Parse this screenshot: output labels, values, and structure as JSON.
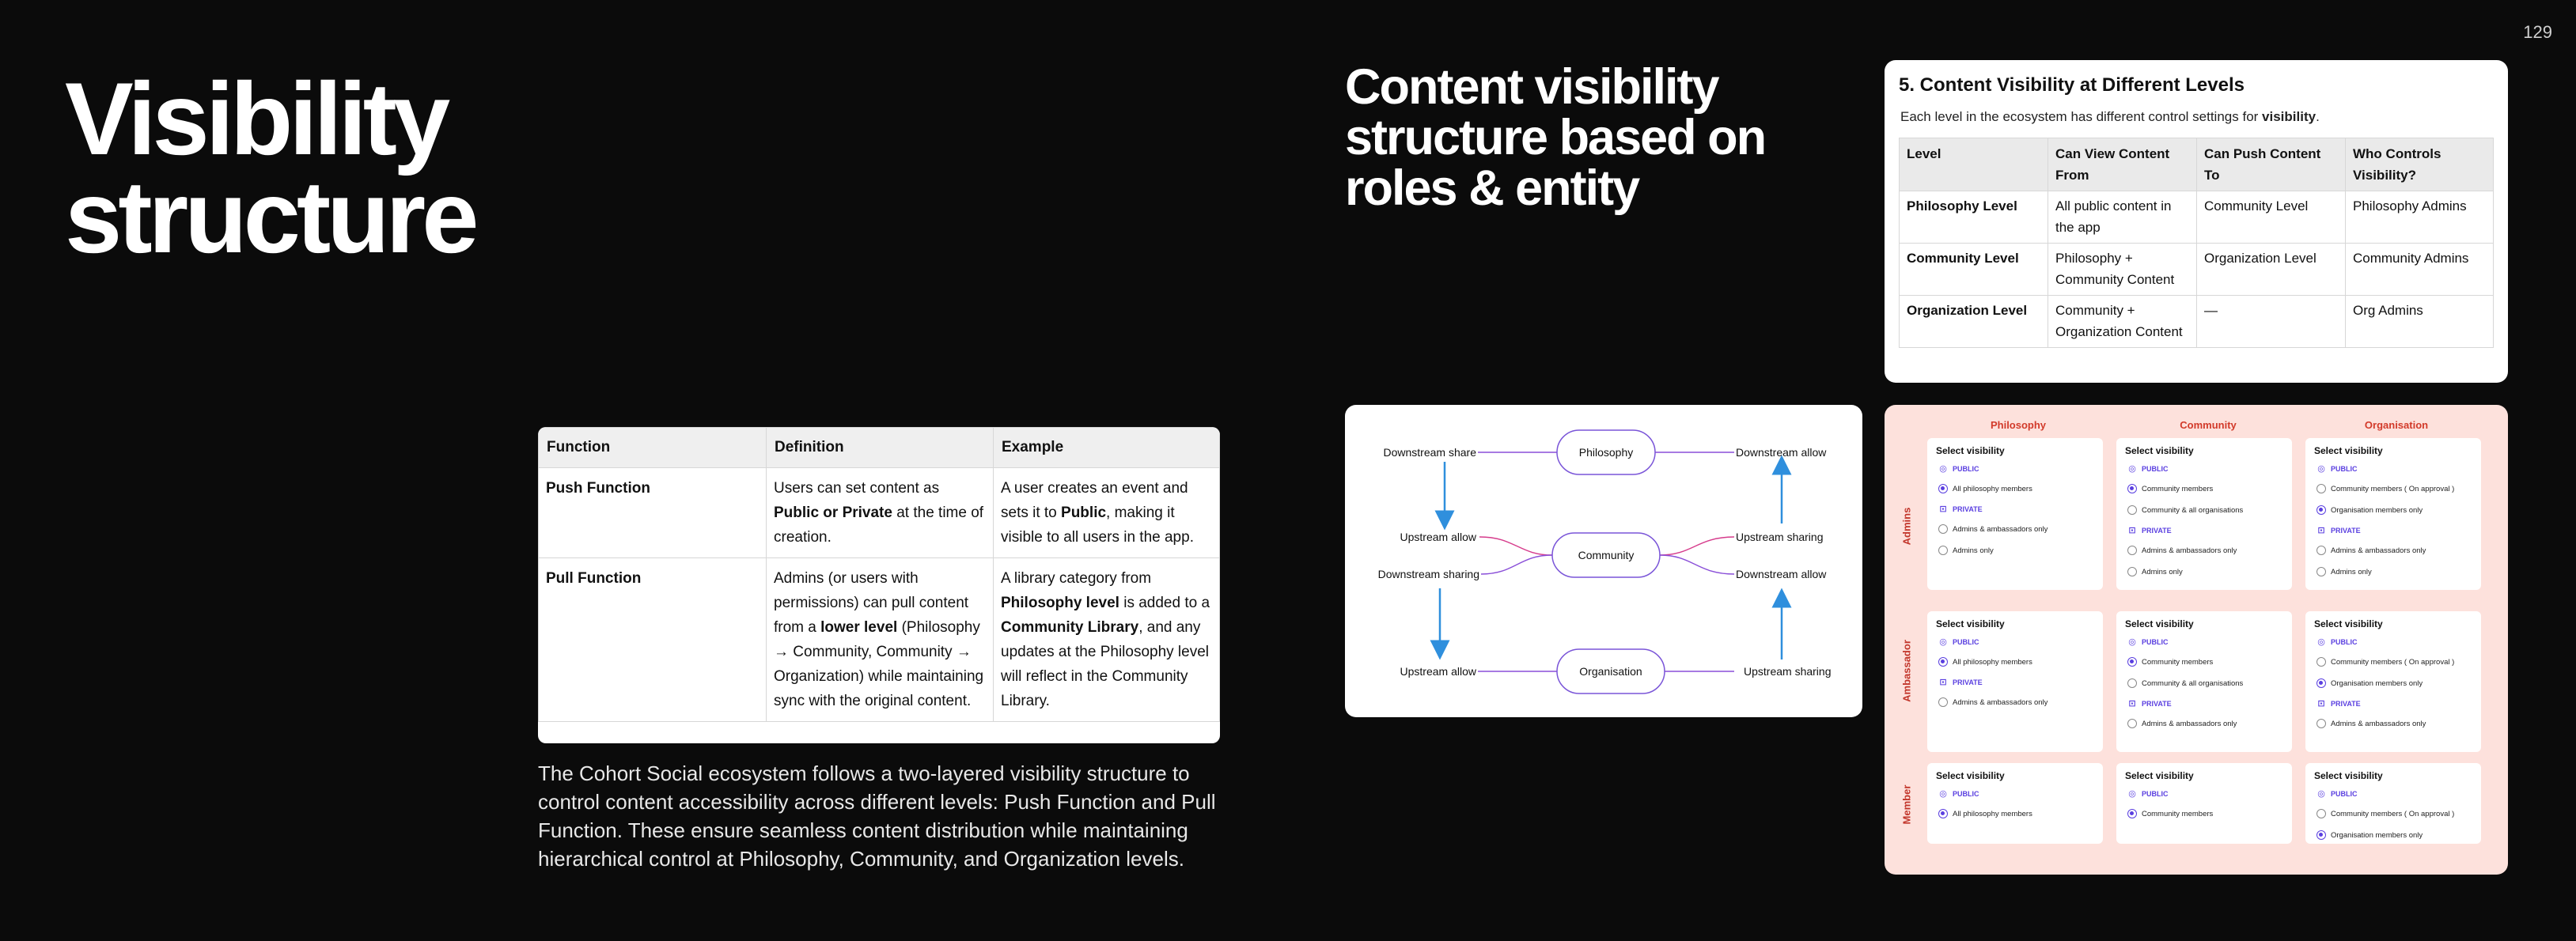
{
  "page_number": "129",
  "left_title": [
    "Visibility",
    "structure"
  ],
  "right_title": [
    "Content visibility",
    "structure based on",
    "roles & entity"
  ],
  "function_table": {
    "headers": [
      "Function",
      "Definition",
      "Example"
    ],
    "rows": [
      {
        "function": "Push Function",
        "definition": [
          "Users can set content as ",
          "Public or Private",
          " at the time of creation."
        ],
        "example": [
          "A user creates an event and sets it to ",
          "Public",
          ", making it visible to all users in the app."
        ]
      },
      {
        "function": "Pull Function",
        "definition": [
          "Admins (or users with permissions) can pull content from a ",
          "lower level",
          " (Philosophy → Community, Community → Organization) while maintaining sync with the original content."
        ],
        "example": [
          "A library category from ",
          "Philosophy level",
          " is added to a ",
          "Community Library",
          ", and any updates at the Philosophy level will reflect in the Community Library."
        ]
      }
    ]
  },
  "description": "The Cohort Social ecosystem follows a two-layered visibility structure to control content accessibility across different levels: Push Function and Pull Function. These ensure seamless content distribution while maintaining hierarchical control at Philosophy, Community, and Organization levels.",
  "levels_card": {
    "heading": "5. Content Visibility at Different Levels",
    "intro": [
      "Each level in the ecosystem has different control settings for ",
      "visibility",
      "."
    ],
    "headers": [
      "Level",
      "Can View Content From",
      "Can Push Content To",
      "Who Controls Visibility?"
    ],
    "rows": [
      [
        "Philosophy Level",
        "All public content in the app",
        "Community Level",
        "Philosophy Admins"
      ],
      [
        "Community Level",
        "Philosophy + Community Content",
        "Organization Level",
        "Community Admins"
      ],
      [
        "Organization Level",
        "Community + Organization Content",
        "—",
        "Org Admins"
      ]
    ]
  },
  "diagram": {
    "nodes": [
      "Philosophy",
      "Community",
      "Organisation"
    ],
    "left_labels": [
      "Downstream share",
      "Upstream allow",
      "Downstream sharing",
      "Upstream allow"
    ],
    "right_labels": [
      "Downstream allow",
      "Upstream sharing",
      "Downstream allow",
      "Upstream sharing"
    ],
    "colors": {
      "node_border": "#7a55d8",
      "arrow": "#2f8fdd",
      "link_pink": "#d63c8c",
      "link_purple": "#8a4fd8"
    }
  },
  "matrix": {
    "columns": [
      "Philosophy",
      "Community",
      "Organisation"
    ],
    "rows": [
      "Admins",
      "Ambassador",
      "Member"
    ],
    "panel_title": "Select visibility",
    "public_label": "PUBLIC",
    "private_label": "PRIVATE",
    "panels": [
      [
        {
          "public": [
            {
              "t": "All philosophy members",
              "s": true
            }
          ],
          "private": [
            {
              "t": "Admins & ambassadors only",
              "s": false
            },
            {
              "t": "Admins only",
              "s": false
            }
          ]
        },
        {
          "public": [
            {
              "t": "Community members",
              "s": true
            },
            {
              "t": "Community & all organisations",
              "s": false
            }
          ],
          "private": [
            {
              "t": "Admins & ambassadors only",
              "s": false
            },
            {
              "t": "Admins only",
              "s": false
            }
          ]
        },
        {
          "public": [
            {
              "t": "Community members ( On approval )",
              "s": false
            },
            {
              "t": "Organisation members only",
              "s": true
            }
          ],
          "private": [
            {
              "t": "Admins & ambassadors only",
              "s": false
            },
            {
              "t": "Admins only",
              "s": false
            }
          ]
        }
      ],
      [
        {
          "public": [
            {
              "t": "All philosophy members",
              "s": true
            }
          ],
          "private": [
            {
              "t": "Admins & ambassadors only",
              "s": false
            }
          ]
        },
        {
          "public": [
            {
              "t": "Community members",
              "s": true
            },
            {
              "t": "Community & all organisations",
              "s": false
            }
          ],
          "private": [
            {
              "t": "Admins & ambassadors only",
              "s": false
            }
          ]
        },
        {
          "public": [
            {
              "t": "Community members ( On approval )",
              "s": false
            },
            {
              "t": "Organisation members only",
              "s": true
            }
          ],
          "private": [
            {
              "t": "Admins & ambassadors only",
              "s": false
            }
          ]
        }
      ],
      [
        {
          "public": [
            {
              "t": "All philosophy members",
              "s": true
            }
          ],
          "private": []
        },
        {
          "public": [
            {
              "t": "Community members",
              "s": true
            }
          ],
          "private": []
        },
        {
          "public": [
            {
              "t": "Community members ( On approval )",
              "s": false
            },
            {
              "t": "Organisation members only",
              "s": true
            }
          ],
          "private": []
        }
      ]
    ],
    "colors": {
      "accent": "#5a3fe0",
      "header_red": "#d23a2a",
      "background": "#fde1dc"
    }
  }
}
